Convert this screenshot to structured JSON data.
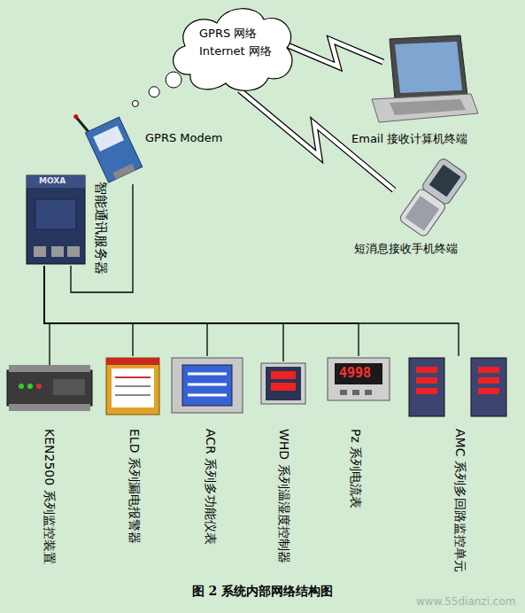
{
  "diagram": {
    "caption": "图 2 系统内部网络结构图",
    "nodes": [
      {
        "text": [
          "GPRS 网络 Internet 网络"
        ]
      },
      {
        "text": [
          "Email 接收计算机终端"
        ]
      },
      {
        "text": [
          "GPRS Modem"
        ]
      },
      {
        "text": [
          "短消息接收手机终端"
        ]
      },
      {
        "text": [
          "智能通讯服务器"
        ]
      },
      {
        "text": [
          "KEN2500 系列监控装置"
        ]
      },
      {
        "text": [
          "ELD 系列漏电报警器"
        ]
      },
      {
        "text": [
          "ACR 系列多功能仪表"
        ]
      },
      {
        "text": [
          "WHD 系列温湿度控制器"
        ]
      },
      {
        "text": [
          "Pz 系列电流表"
        ]
      },
      {
        "text": [
          "AMC 系列多回路监控单元"
        ]
      }
    ],
    "edges": [
      {
        "from": 2,
        "to": 0,
        "arrow": "none"
      },
      {
        "from": 0,
        "to": 1,
        "arrow": "none"
      },
      {
        "from": 0,
        "to": 3,
        "arrow": "none"
      },
      {
        "from": 4,
        "to": 2,
        "arrow": "none"
      },
      {
        "from": 4,
        "to": 5,
        "arrow": "none"
      },
      {
        "from": 4,
        "to": 6,
        "arrow": "none"
      },
      {
        "from": 4,
        "to": 7,
        "arrow": "none"
      },
      {
        "from": 4,
        "to": 8,
        "arrow": "none"
      },
      {
        "from": 4,
        "to": 9,
        "arrow": "none"
      },
      {
        "from": 4,
        "to": 10,
        "arrow": "none"
      }
    ],
    "labels": [
      "MOXA",
      "4998",
      "www.55dianzi.com"
    ]
  }
}
